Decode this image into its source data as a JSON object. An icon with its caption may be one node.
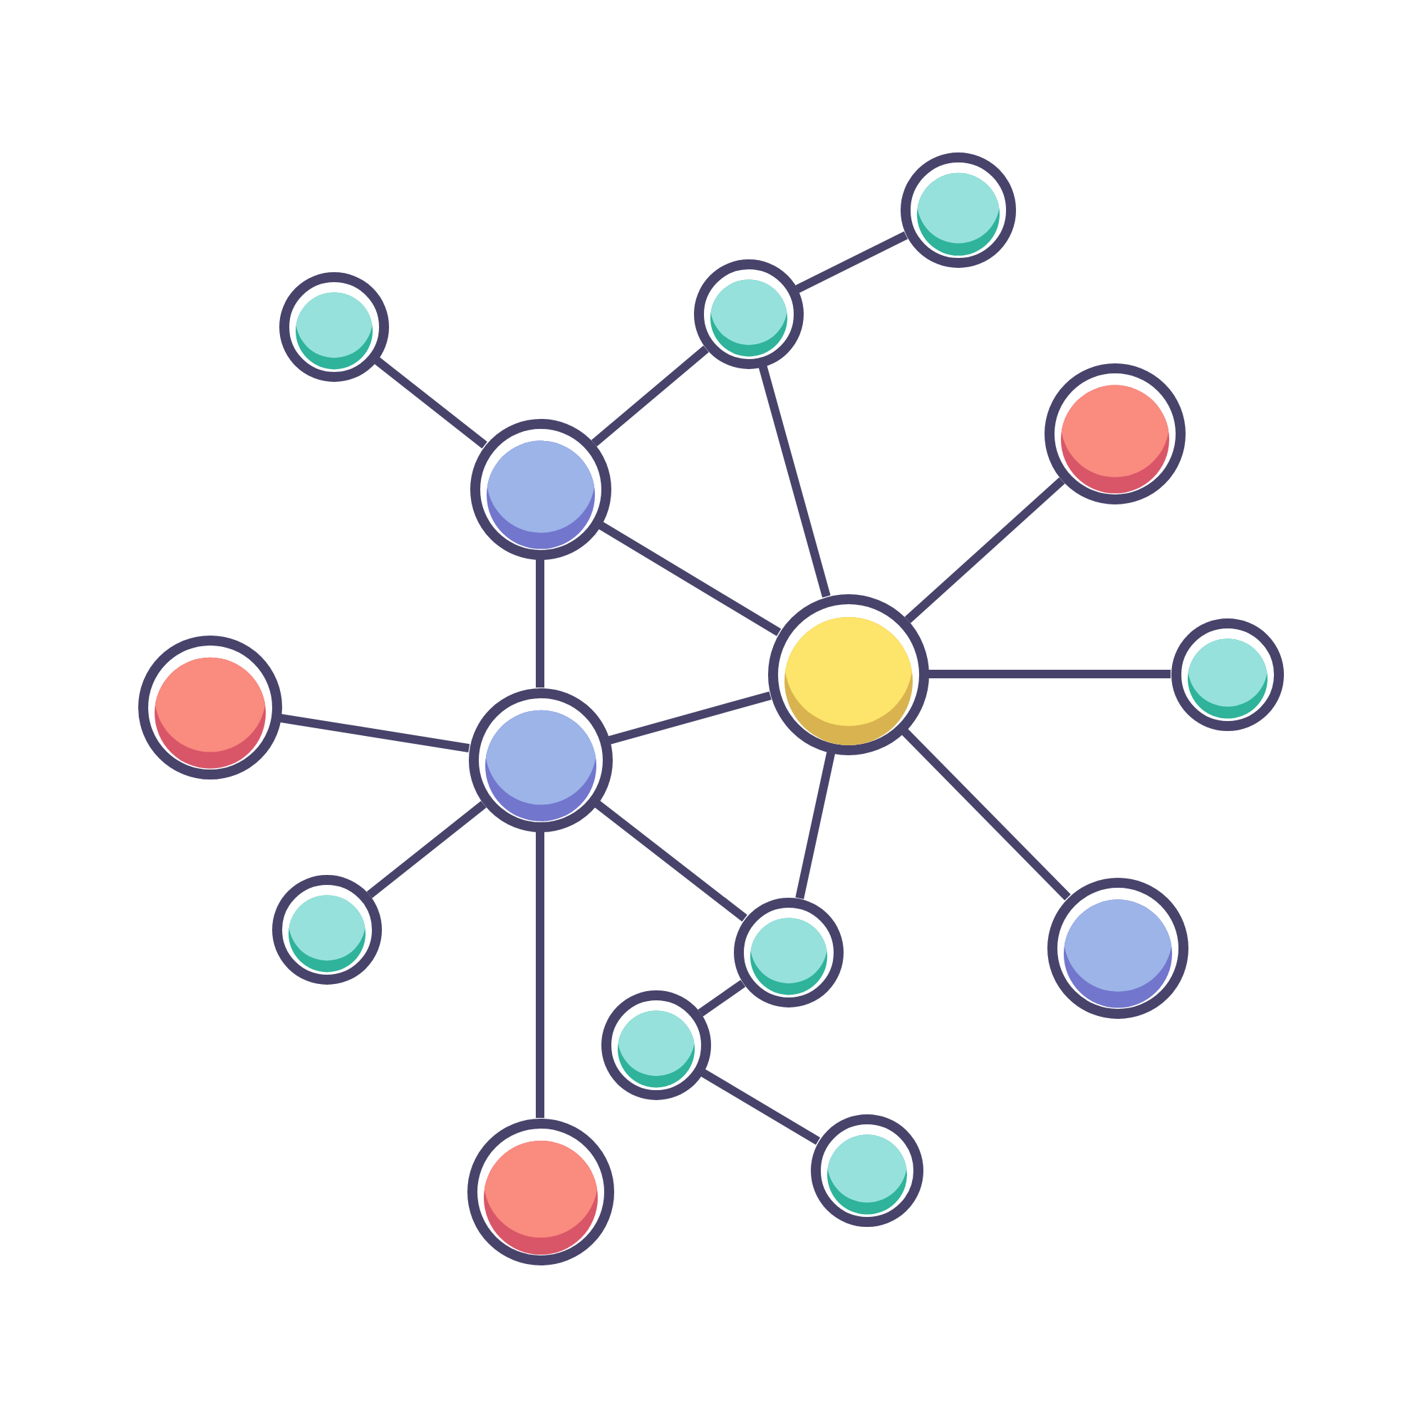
{
  "diagram": {
    "nodes": [
      {
        "text": [],
        "shape": "circle"
      },
      {
        "text": [],
        "shape": "circle"
      },
      {
        "text": [],
        "shape": "circle"
      },
      {
        "text": [],
        "shape": "circle"
      },
      {
        "text": [],
        "shape": "circle"
      },
      {
        "text": [],
        "shape": "circle"
      },
      {
        "text": [],
        "shape": "circle"
      },
      {
        "text": [],
        "shape": "circle"
      },
      {
        "text": [],
        "shape": "circle"
      },
      {
        "text": [],
        "shape": "circle"
      },
      {
        "text": [],
        "shape": "circle"
      },
      {
        "text": [],
        "shape": "circle"
      },
      {
        "text": [],
        "shape": "circle"
      },
      {
        "text": [],
        "shape": "circle"
      },
      {
        "text": [],
        "shape": "circle"
      }
    ],
    "edges": [
      {
        "from": 1,
        "to": 0,
        "arrow": "none"
      },
      {
        "from": 2,
        "to": 4,
        "arrow": "none"
      },
      {
        "from": 4,
        "to": 1,
        "arrow": "none"
      },
      {
        "from": 1,
        "to": 5,
        "arrow": "none"
      },
      {
        "from": 4,
        "to": 5,
        "arrow": "none"
      },
      {
        "from": 4,
        "to": 8,
        "arrow": "none"
      },
      {
        "from": 5,
        "to": 3,
        "arrow": "none"
      },
      {
        "from": 5,
        "to": 7,
        "arrow": "none"
      },
      {
        "from": 6,
        "to": 8,
        "arrow": "none"
      },
      {
        "from": 8,
        "to": 5,
        "arrow": "none"
      },
      {
        "from": 5,
        "to": 11,
        "arrow": "none"
      },
      {
        "from": 5,
        "to": 10,
        "arrow": "none"
      },
      {
        "from": 9,
        "to": 8,
        "arrow": "none"
      },
      {
        "from": 8,
        "to": 10,
        "arrow": "none"
      },
      {
        "from": 10,
        "to": 12,
        "arrow": "none"
      },
      {
        "from": 12,
        "to": 13,
        "arrow": "none"
      },
      {
        "from": 8,
        "to": 14,
        "arrow": "none"
      }
    ]
  }
}
